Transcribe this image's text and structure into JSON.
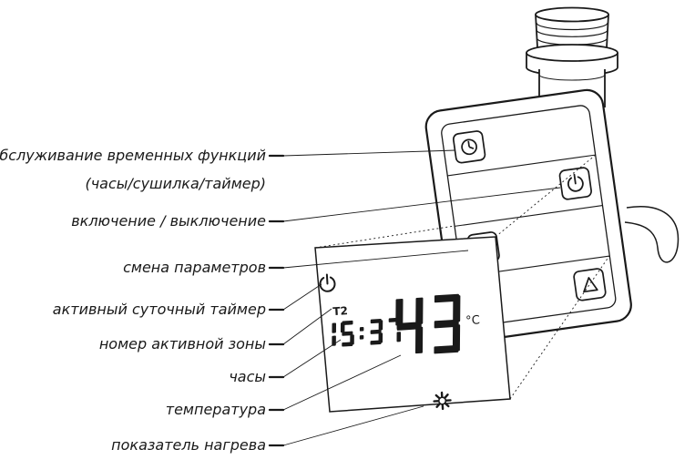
{
  "labels": {
    "time_functions": "обслуживание временных функций",
    "time_functions_sub": "(часы/сушилка/таймер)",
    "power": "включение / выключение",
    "params": "смена параметров",
    "daily_timer": "активный суточный таймер",
    "zone_number": "номер активной зоны",
    "clock": "часы",
    "temperature": "температура",
    "heating": "показатель нагрева"
  },
  "display": {
    "zone": "T2",
    "time": "15:37",
    "temperature": "43",
    "unit": "°C"
  },
  "icons": {
    "timer_button": "clock-icon",
    "power_button": "power-icon",
    "param_down_button": "triangle-down-icon",
    "param_up_button": "triangle-up-icon",
    "daily_timer_indicator": "power-icon",
    "heating_indicator": "sun-icon"
  },
  "colors": {
    "ink": "#1a1a1a",
    "background": "#ffffff"
  }
}
